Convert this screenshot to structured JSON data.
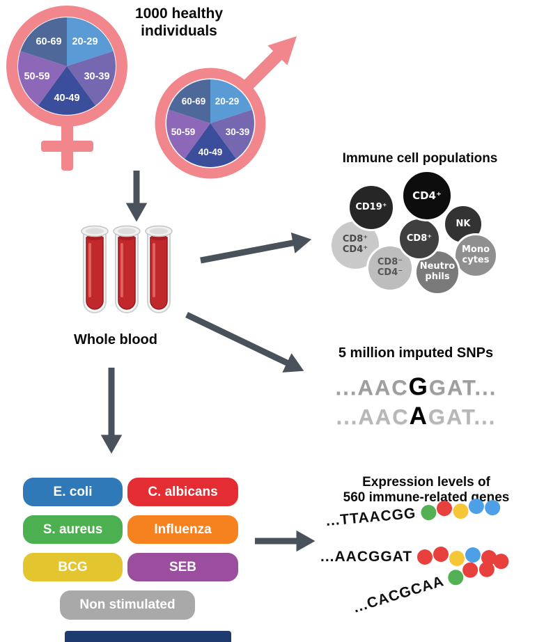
{
  "header": {
    "line1": "1000 healthy",
    "line2": "individuals"
  },
  "pie": {
    "labels": [
      "20-29",
      "30-39",
      "40-49",
      "50-59",
      "60-69"
    ],
    "colors": [
      "#5B9BD5",
      "#7568B0",
      "#3A4E9C",
      "#8D68B8",
      "#4E6899"
    ]
  },
  "gender_color": "#F2868D",
  "arrow_color": "#49525A",
  "blood_color": "#C0282C",
  "footer_bar_color": "#1E3A6E",
  "whole_blood": {
    "label": "Whole blood"
  },
  "immune": {
    "title": "Immune cell populations",
    "cells": [
      {
        "lines": [
          "CD8⁺",
          "CD4⁺"
        ],
        "color": "#C9C9C9",
        "text_color": "#4A4A4A"
      },
      {
        "lines": [
          "CD19⁺"
        ],
        "color": "#262626",
        "text_color": "#FFFFFF"
      },
      {
        "lines": [
          "NK"
        ],
        "color": "#333333",
        "text_color": "#FFFFFF"
      },
      {
        "lines": [
          "Mono",
          "cytes"
        ],
        "color": "#8F8F8F",
        "text_color": "#FFFFFF"
      },
      {
        "lines": [
          "CD8⁻",
          "CD4⁻"
        ],
        "color": "#BDBDBD",
        "text_color": "#555555"
      },
      {
        "lines": [
          "Neutro",
          "phils"
        ],
        "color": "#7A7A7A",
        "text_color": "#FFFFFF"
      },
      {
        "lines": [
          "CD8⁺"
        ],
        "color": "#3F3F3F",
        "text_color": "#FFFFFF"
      },
      {
        "lines": [
          "CD4⁺"
        ],
        "color": "#0D0D0D",
        "text_color": "#FFFFFF"
      }
    ]
  },
  "snps": {
    "title": "5 million imputed SNPs",
    "line1": {
      "pre": "...AAC",
      "em": "G",
      "post": "GAT..."
    },
    "line2": {
      "pre": "...AAC",
      "em": "A",
      "post": "GAT..."
    }
  },
  "stimuli": [
    {
      "label": "E. coli",
      "color": "#2F79B9"
    },
    {
      "label": "C. albicans",
      "color": "#E32D32"
    },
    {
      "label": "S. aureus",
      "color": "#4CB050"
    },
    {
      "label": "Influenza",
      "color": "#F5821F"
    },
    {
      "label": "BCG",
      "color": "#E3C52F"
    },
    {
      "label": "SEB",
      "color": "#9C4E9E"
    },
    {
      "label": "Non stimulated",
      "color": "#A9A9A9"
    }
  ],
  "expression": {
    "title_line1": "Expression levels of",
    "title_line2": "560 immune-related genes",
    "palette": {
      "green": "#52B153",
      "red": "#E8403C",
      "yellow": "#F5C636",
      "blue": "#4D9FE8"
    },
    "rows": [
      {
        "seq": "...TTAACGG",
        "beads": [
          "green",
          "red",
          "yellow",
          "blue",
          "blue"
        ]
      },
      {
        "seq": "...AACGGAT",
        "beads": [
          "red",
          "red",
          "yellow",
          "blue",
          "red"
        ]
      },
      {
        "seq": "...CACGCAA",
        "beads": [
          "green",
          "red",
          "red",
          "red"
        ]
      }
    ]
  }
}
